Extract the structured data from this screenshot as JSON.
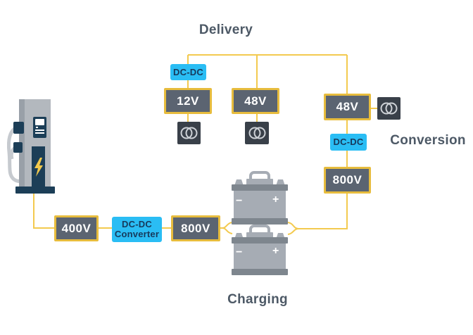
{
  "colors": {
    "wire": "#F3CA4F",
    "gold-border": "#E7BC3D",
    "slate": "#5B6471",
    "cyan": "#2ABDF4",
    "navy": "#1C3E57",
    "heading": "#4D5966",
    "motor-bg": "#394049",
    "battery-gray": "#A6ACB4",
    "battery-dark": "#7E868E",
    "text-on-cyan": "#173A5C"
  },
  "headings": {
    "delivery": "Delivery",
    "conversion": "Conversion",
    "charging": "Charging"
  },
  "delivery": {
    "dcdc": {
      "label": "DC-DC"
    },
    "rails": [
      {
        "label": "12V"
      },
      {
        "label": "48V"
      }
    ]
  },
  "conversion": {
    "rail_48v": {
      "label": "48V"
    },
    "dcdc": {
      "label": "DC-DC"
    },
    "rail_800v": {
      "label": "800V"
    }
  },
  "charging": {
    "rail_400v": {
      "label": "400V"
    },
    "converter": {
      "line1": "DC-DC",
      "line2": "Converter"
    },
    "rail_800v": {
      "label": "800V"
    }
  },
  "battery": {
    "minus": "−",
    "plus": "+"
  }
}
